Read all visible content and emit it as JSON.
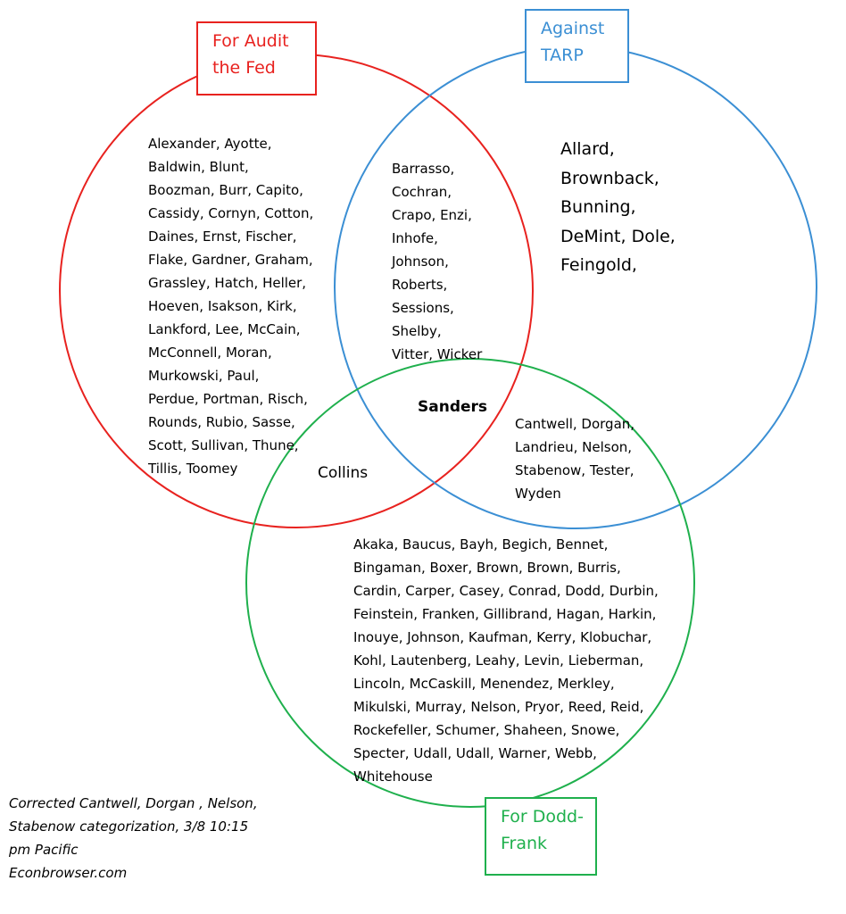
{
  "colors": {
    "audit": "#e8221f",
    "tarp": "#3b8fd4",
    "dodd": "#1fb04d"
  },
  "labels": {
    "audit": "For Audit\nthe Fed",
    "tarp": "Against\nTARP",
    "dodd": "For Dodd-\nFrank"
  },
  "regions": {
    "audit_only": "Alexander, Ayotte,\nBaldwin, Blunt,\nBoozman, Burr, Capito,\nCassidy, Cornyn, Cotton,\nDaines,  Ernst, Fischer,\nFlake, Gardner, Graham,\nGrassley, Hatch, Heller,\nHoeven, Isakson, Kirk,\nLankford, Lee, McCain,\nMcConnell, Moran,\nMurkowski, Paul,\nPerdue, Portman, Risch,\nRounds, Rubio, Sasse,\nScott, Sullivan, Thune,\nTillis, Toomey",
    "audit_tarp": "Barrasso,\nCochran,\nCrapo, Enzi,\nInhofe,\nJohnson,\nRoberts,\nSessions,\nShelby,\nVitter, Wicker",
    "tarp_only": "Allard,\nBrownback,\nBunning,\nDeMint, Dole,\nFeingold,",
    "all_three": "Sanders",
    "audit_dodd": "Collins",
    "tarp_dodd": "Cantwell, Dorgan,\nLandrieu, Nelson,\nStabenow, Tester,\nWyden",
    "dodd_only": "Akaka, Baucus, Bayh, Begich, Bennet,\nBingaman, Boxer, Brown, Brown, Burris,\nCardin, Carper, Casey, Conrad, Dodd, Durbin,\nFeinstein, Franken, Gillibrand, Hagan, Harkin,\nInouye, Johnson, Kaufman, Kerry, Klobuchar,\nKohl, Lautenberg, Leahy, Levin, Lieberman,\nLincoln, McCaskill, Menendez, Merkley,\nMikulski, Murray, Nelson, Pryor, Reed, Reid,\nRockefeller, Schumer, Shaheen, Snowe,\nSpecter, Udall, Udall, Warner, Webb,\nWhitehouse"
  },
  "note": "Corrected Cantwell, Dorgan , Nelson,\nStabenow categorization, 3/8 10:15\npm Pacific\nEconbrowser.com"
}
